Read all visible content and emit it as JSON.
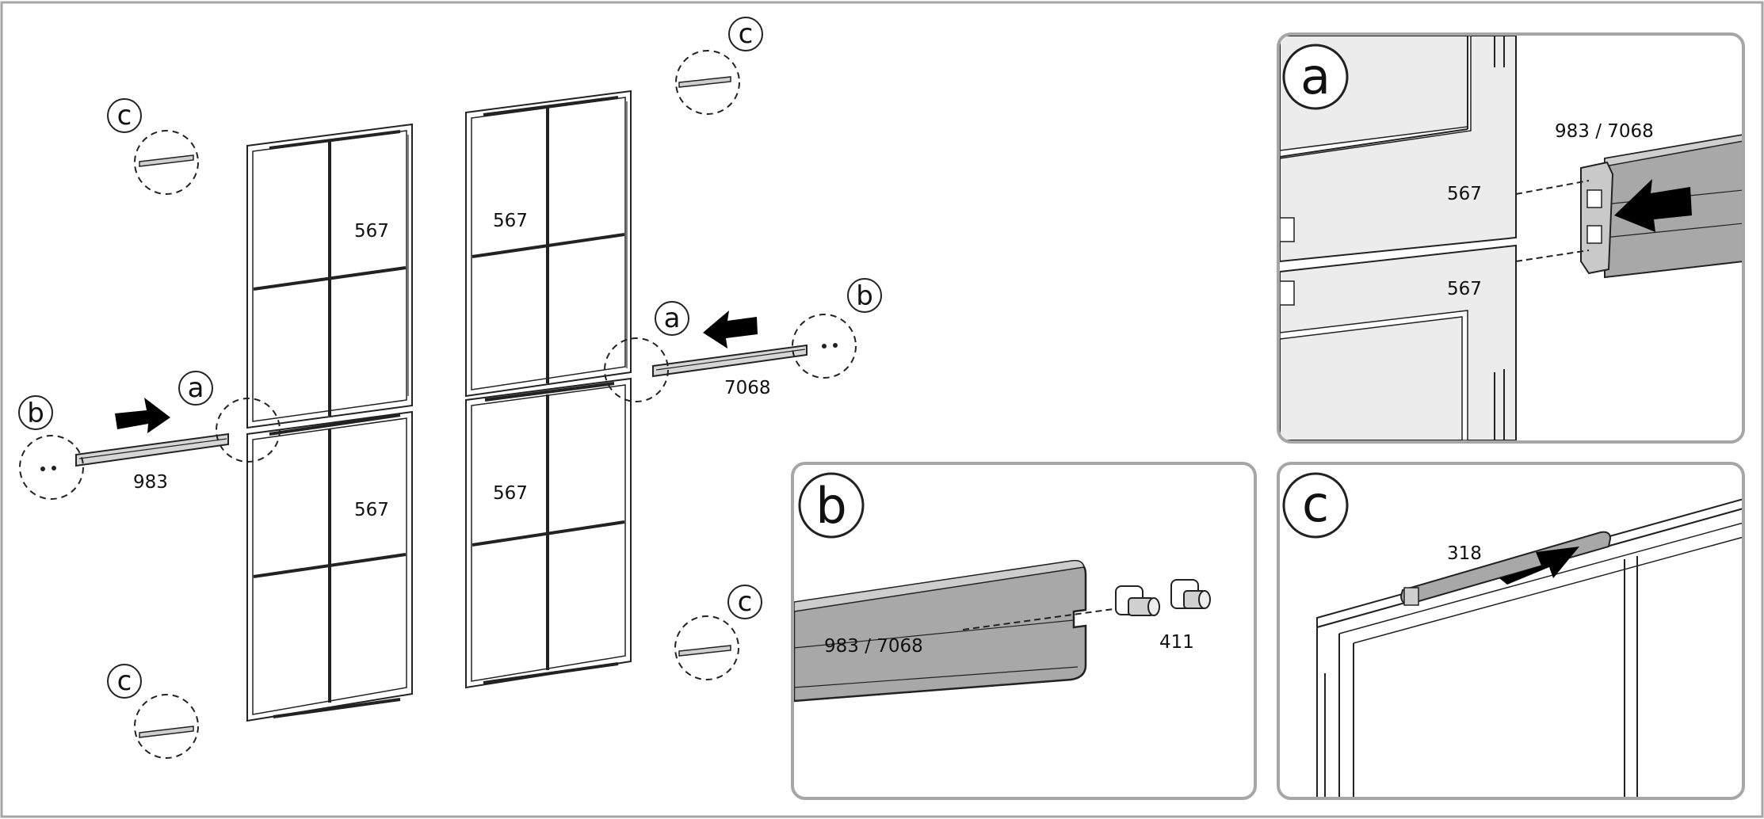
{
  "overview": {
    "panel_labels": [
      "567",
      "567",
      "567",
      "567"
    ],
    "left_bar_label": "983",
    "right_bar_label": "7068",
    "callouts": {
      "a_left": "a",
      "a_right": "a",
      "b_left": "b",
      "b_right": "b",
      "c_top_left": "c",
      "c_top_right": "c",
      "c_bottom_left": "c",
      "c_bottom_right": "c"
    }
  },
  "detail_a": {
    "letter": "a",
    "bar_label": "983 / 7068",
    "upper_panel_label": "567",
    "lower_panel_label": "567"
  },
  "detail_b": {
    "letter": "b",
    "bar_label": "983 / 7068",
    "part_label": "411"
  },
  "detail_c": {
    "letter": "c",
    "part_label": "318"
  },
  "colors": {
    "line": "#222222",
    "frame_grey": "#a6a6a6",
    "profile_grey": "#a8a8a8",
    "panel_fill": "#ececec",
    "arrow": "#000000"
  }
}
